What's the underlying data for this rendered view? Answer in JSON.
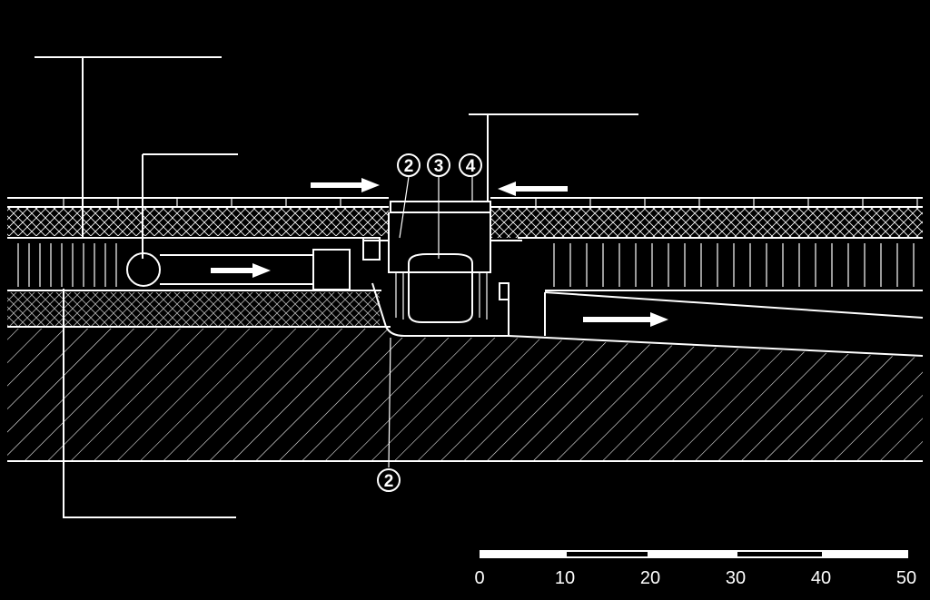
{
  "callouts": {
    "c1": "2",
    "c2": "3",
    "c3": "4",
    "c4": "2"
  },
  "scale_bar": {
    "ticks": [
      "0",
      "10",
      "20",
      "30",
      "40",
      "50"
    ]
  },
  "colors": {
    "background": "#000000",
    "line": "#ffffff"
  }
}
